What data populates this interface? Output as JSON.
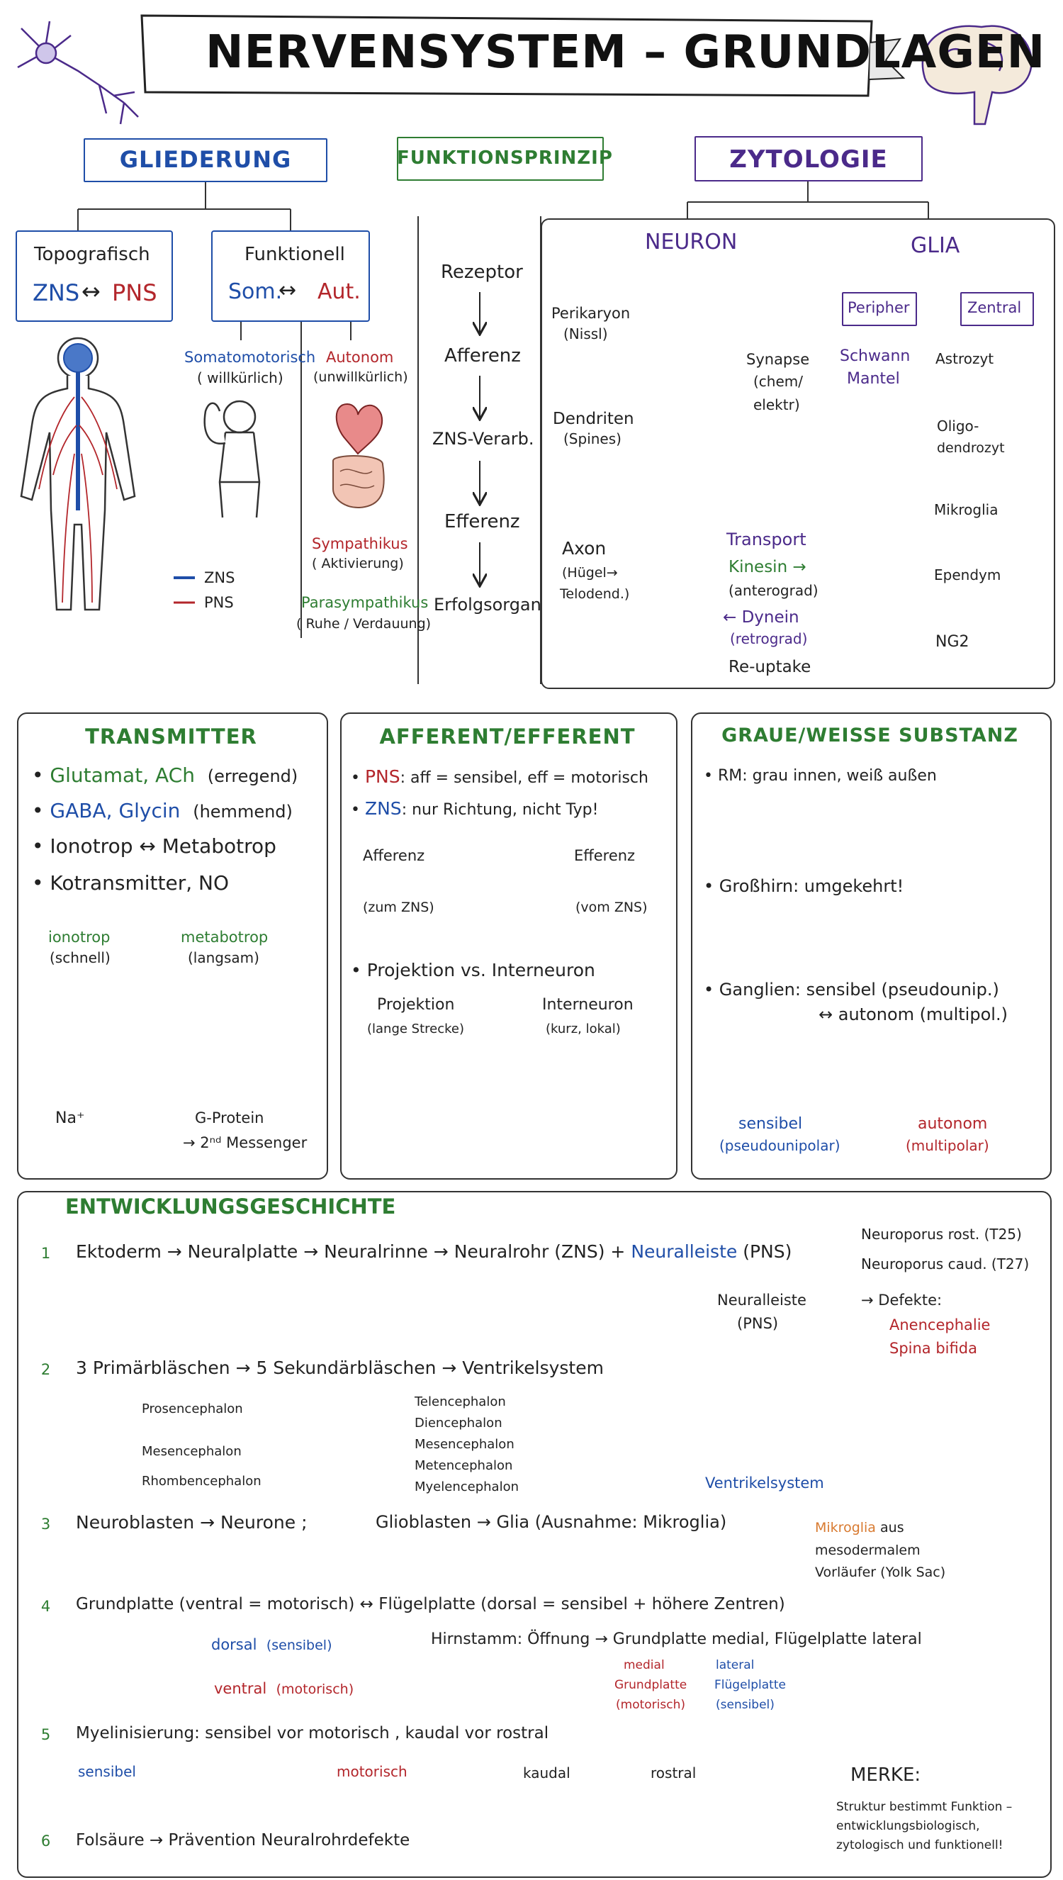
{
  "title": "NERVENSYSTEM – GRUNDLAGEN",
  "colors": {
    "blue": "#1f4ea8",
    "red": "#b3262b",
    "green": "#2e7d32",
    "purple": "#4b2a8a"
  },
  "gliederung": {
    "header": "GLIEDERUNG",
    "topo": {
      "title": "Topografisch",
      "left": "ZNS",
      "arrow": "↔",
      "right": "PNS"
    },
    "funk": {
      "title": "Funktionell",
      "left": "Som.",
      "arrow": "↔",
      "right": "Aut."
    },
    "somato": {
      "title": "Somatomotorisch",
      "sub": "( willkürlich)"
    },
    "autonom": {
      "title": "Autonom",
      "sub": "(unwillkürlich)"
    },
    "sympathikus": {
      "title": "Sympathikus",
      "sub": "( Aktivierung)"
    },
    "parasympathikus": {
      "title": "Parasympathikus",
      "sub": "( Ruhe / Verdauung)"
    },
    "legend": {
      "zns": "ZNS",
      "pns": "PNS"
    }
  },
  "funktionsprinzip": {
    "header": "FUNKTIONSPRINZIP",
    "steps": [
      "Rezeptor",
      "Afferenz",
      "ZNS-Verarb.",
      "Efferenz",
      "Erfolgsorgan"
    ]
  },
  "zytologie": {
    "header": "ZYTOLOGIE",
    "neuron": "NEURON",
    "glia": "GLIA",
    "perikaryon": "Perikaryon",
    "perikaryon_sub": "(Nissl)",
    "dendriten": "Dendriten",
    "dendriten_sub": "(Spines)",
    "axon": "Axon",
    "axon_sub1": "(Hügel→",
    "axon_sub2": "Telodend.)",
    "synapse": "Synapse",
    "synapse_sub1": "(chem/",
    "synapse_sub2": "elektr)",
    "transport": "Transport",
    "kinesin": "Kinesin →",
    "kinesin_sub": "(anterograd)",
    "dynein": "← Dynein",
    "dynein_sub": "(retrograd)",
    "reuptake": "Re-uptake",
    "peripher": "Peripher",
    "zentral": "Zentral",
    "schwann": "Schwann",
    "mantel": "Mantel",
    "zentral_items": [
      "Astrozyt",
      "Oligo-",
      "dendrozyt",
      "Mikroglia",
      "Ependym",
      "NG2"
    ]
  },
  "transmitter": {
    "header": "TRANSMITTER",
    "items": [
      {
        "a": "Glutamat, ACh",
        "b": "(erregend)"
      },
      {
        "a": "GABA, Glycin",
        "b": "(hemmend)"
      },
      {
        "a": "Ionotrop ↔ Metabotrop",
        "b": ""
      },
      {
        "a": "Kotransmitter, NO",
        "b": ""
      }
    ],
    "ionotrop": "ionotrop",
    "ionotrop_sub": "(schnell)",
    "metabotrop": "metabotrop",
    "metabotrop_sub": "(langsam)",
    "na": "Na⁺",
    "gprotein": "G-Protein",
    "messenger": "→ 2ⁿᵈ Messenger"
  },
  "afferent": {
    "header": "AFFERENT/EFFERENT",
    "pns_label": "PNS",
    "pns_text": ": aff = sensibel, eff = motorisch",
    "zns_label": "ZNS",
    "zns_text": ": nur Richtung, nicht Typ!",
    "afferenz": "Afferenz",
    "afferenz_sub": "(zum ZNS)",
    "efferenz": "Efferenz",
    "efferenz_sub": "(vom ZNS)",
    "projektion_line": "Projektion  vs.  Interneuron",
    "projektion": "Projektion",
    "projektion_sub": "(lange Strecke)",
    "interneuron": "Interneuron",
    "interneuron_sub": "(kurz, lokal)"
  },
  "substanz": {
    "header": "GRAUE/WEISSE SUBSTANZ",
    "rm": "RM:  grau innen, weiß außen",
    "grosshirn": "Großhirn:  umgekehrt!",
    "ganglien1": "Ganglien:  sensibel  (pseudounip.)",
    "ganglien2": "↔  autonom  (multipol.)",
    "sensibel": "sensibel",
    "sensibel_sub": "(pseudounipolar)",
    "autonom": "autonom",
    "autonom_sub": "(multipolar)"
  },
  "entwicklung": {
    "header": "ENTWICKLUNGSGESCHICHTE",
    "s1": {
      "num": "1",
      "text": "Ektoderm  →  Neuralplatte  →  Neuralrinne  →  Neuralrohr (ZNS) +",
      "leiste": "Neuralleiste",
      "pns": "(PNS)",
      "label1": "Neuralleiste",
      "label2": "(PNS)"
    },
    "side": {
      "l1": "Neuroporus rost. (T25)",
      "l2": "Neuroporus caud. (T27)",
      "l3": "→ Defekte:",
      "l4": "Anencephalie",
      "l5": "Spina bifida"
    },
    "s2": {
      "num": "2",
      "text": "3 Primärbläschen  →  5 Sekundärbläschen  →  Ventrikelsystem",
      "prim": [
        "Prosencephalon",
        "Mesencephalon",
        "Rhombencephalon"
      ],
      "sek": [
        "Telencephalon",
        "Diencephalon",
        "Mesencephalon",
        "Metencephalon",
        "Myelencephalon"
      ],
      "ventrikel": "Ventrikelsystem"
    },
    "s3": {
      "num": "3",
      "text1": "Neuroblasten  →  Neurone ;",
      "text2": "Glioblasten  →  Glia  (Ausnahme: Mikroglia)",
      "mikro": "Mikroglia",
      "mikro2": " aus",
      "mikro3": "mesodermalem",
      "mikro4": "Vorläufer  (Yolk Sac)"
    },
    "s4": {
      "num": "4",
      "text": "Grundplatte  (ventral = motorisch)  ↔  Flügelplatte  (dorsal = sensibel + höhere Zentren)",
      "dorsal": "dorsal",
      "dorsal_sub": "(sensibel)",
      "ventral": "ventral",
      "ventral_sub": "(motorisch)",
      "hirnstamm": "Hirnstamm:  Öffnung  →  Grundplatte medial, Flügelplatte lateral",
      "medial": "medial",
      "medial2": "Grundplatte",
      "medial3": "(motorisch)",
      "lateral": "lateral",
      "lateral2": "Flügelplatte",
      "lateral3": "(sensibel)"
    },
    "s5": {
      "num": "5",
      "text": "Myelinisierung:  sensibel vor motorisch ,  kaudal vor rostral",
      "sensibel": "sensibel",
      "motorisch": "motorisch",
      "kaudal": "kaudal",
      "rostral": "rostral"
    },
    "s6": {
      "num": "6",
      "text": "Folsäure  →  Prävention  Neuralrohrdefekte"
    },
    "merke": {
      "title": "MERKE:",
      "l1": "Struktur bestimmt Funktion –",
      "l2": "entwicklungsbiologisch,",
      "l3": "zytologisch und funktionell!"
    }
  }
}
